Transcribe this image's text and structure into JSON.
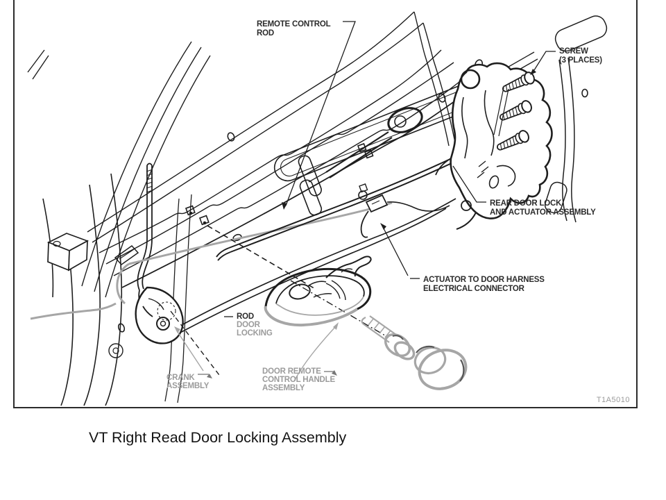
{
  "caption": "VT Right Read Door Locking Assembly",
  "diagram": {
    "figure_code": "T1A5010",
    "part_labels": {
      "remote_control_rod": {
        "line1": "REMOTE CONTROL",
        "line2": "ROD"
      },
      "screw": {
        "line1": "SCREW",
        "line2": "(3 PLACES)"
      },
      "rear_door_lock": {
        "line1": "REAR DOOR LOCK",
        "line2": "AND ACTUATOR ASSEMBLY"
      },
      "actuator_connector": {
        "line1": "ACTUATOR TO DOOR HARNESS",
        "line2": "ELECTRICAL CONNECTOR"
      },
      "rod_door_locking": {
        "line1": "ROD",
        "line2": "DOOR",
        "line3": "LOCKING"
      },
      "crank_assembly": {
        "line1": "CRANK",
        "line2": "ASSEMBLY"
      },
      "door_remote_handle": {
        "line1": "DOOR REMOTE",
        "line2": "CONTROL HANDLE",
        "line3": "ASSEMBLY"
      }
    },
    "colors": {
      "line_dark": "#1e1e1e",
      "line_gray": "#a6a6a6",
      "label_dark": "#2b2b2b",
      "label_gray": "#9b9b9b",
      "frame": "#2b2b2b"
    }
  }
}
